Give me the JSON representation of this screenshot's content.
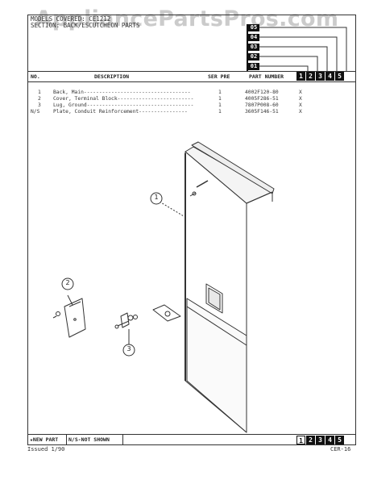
{
  "watermark": "AppliancePartsPros.com",
  "header": {
    "models_line": "MODELS COVERED: CE1212",
    "section_line": "SECTION: BACK/ESCUTCHEON PARTS"
  },
  "columns": {
    "no": "NO.",
    "description": "DESCRIPTION",
    "ser_pre": "SER PRE",
    "part_number": "PART NUMBER"
  },
  "version_labels": [
    "01",
    "02",
    "03",
    "04",
    "05"
  ],
  "version_boxes": [
    "1",
    "2",
    "3",
    "4",
    "5"
  ],
  "parts": [
    {
      "no": "1",
      "description": "Back, Main-----------------------------------",
      "qty": "1",
      "part_number": "4002F120-80",
      "mark": "X"
    },
    {
      "no": "2",
      "description": "Cover, Terminal Block-------------------------",
      "qty": "1",
      "part_number": "4005F286-51",
      "mark": "X"
    },
    {
      "no": "3",
      "description": "Lug, Ground-----------------------------------",
      "qty": "1",
      "part_number": "7807P008-60",
      "mark": "X"
    },
    {
      "no": "N/S",
      "description": "Plate, Conduit Reinforcement----------------",
      "qty": "1",
      "part_number": "3605F146-51",
      "mark": "X"
    }
  ],
  "callouts": [
    "1",
    "2",
    "3"
  ],
  "footer": {
    "new_part": "★NEW PART",
    "not_shown": "N/S-NOT SHOWN",
    "issued": "Issued 1/90",
    "page_code": "CER-16"
  }
}
